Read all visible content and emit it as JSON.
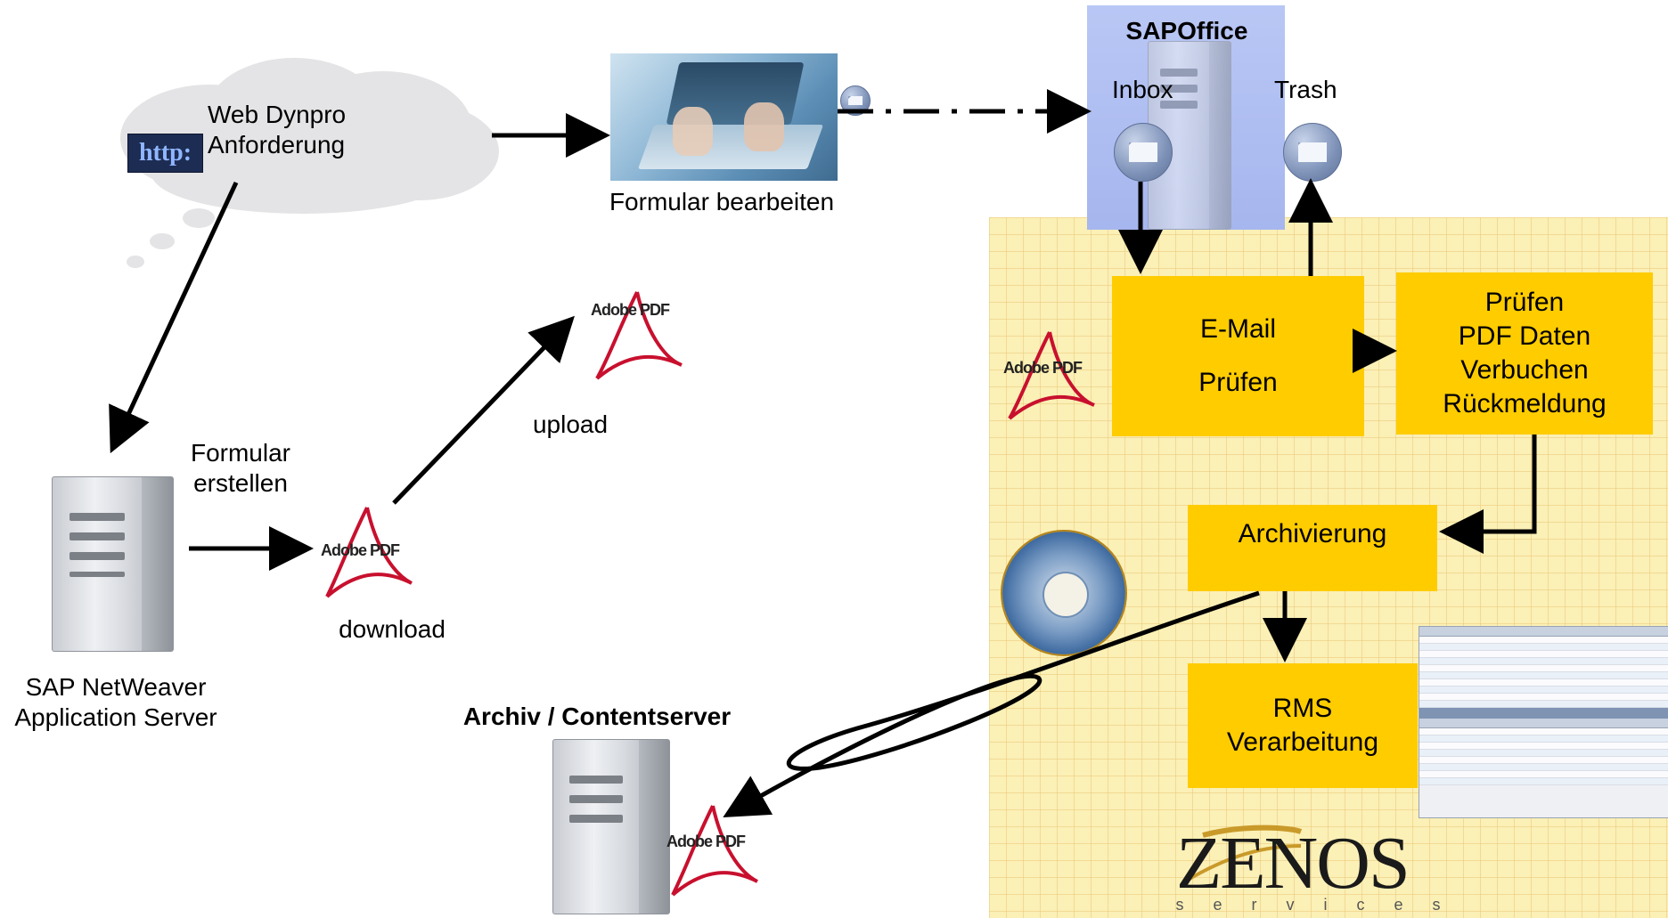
{
  "diagram": {
    "cloud": {
      "line1": "Web Dynpro",
      "line2": "Anforderung",
      "icon": "http-icon",
      "icon_text": "http:"
    },
    "laptop_caption": "Formular bearbeiten",
    "sapoffice": {
      "title": "SAPOffice",
      "inbox": "Inbox",
      "trash": "Trash"
    },
    "server_left": {
      "line1": "SAP NetWeaver",
      "line2": "Application Server"
    },
    "create_label": {
      "line1": "Formular",
      "line2": "erstellen"
    },
    "download_label": "download",
    "upload_label": "upload",
    "archive_title": "Archiv / Contentserver",
    "pdf_logo_text": "Adobe PDF",
    "boxes": {
      "email": {
        "line1": "E-Mail",
        "line2": "Prüfen"
      },
      "pruefen": {
        "line1": "Prüfen",
        "line2": "PDF Daten",
        "line3": "Verbuchen",
        "line4": "Rückmeldung"
      },
      "archivierung": "Archivierung",
      "rms": {
        "line1": "RMS",
        "line2": "Verarbeitung"
      }
    },
    "logo": {
      "name": "ZENOS",
      "sub": "s e r v i c e s"
    },
    "colors": {
      "box": "#ffcc00",
      "yellow_area": "#fbf0b6",
      "sapoffice": "#b0bff2"
    }
  }
}
